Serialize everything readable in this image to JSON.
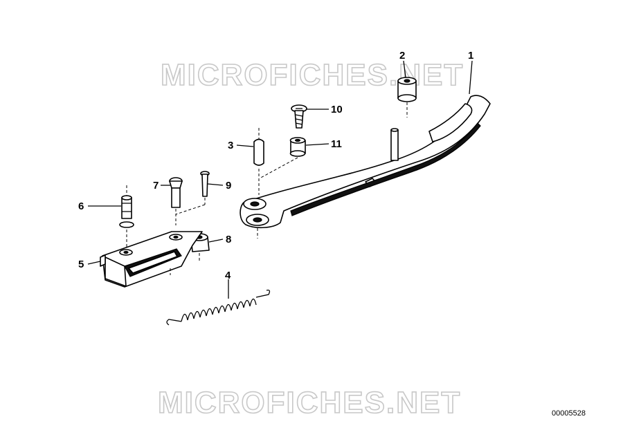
{
  "watermark": {
    "top": "MICROFICHES.NET",
    "bottom": "MICROFICHES.NET"
  },
  "reference_number": "00005528",
  "callouts": [
    {
      "id": "1",
      "label": "1"
    },
    {
      "id": "2",
      "label": "2"
    },
    {
      "id": "3",
      "label": "3"
    },
    {
      "id": "4",
      "label": "4"
    },
    {
      "id": "5",
      "label": "5"
    },
    {
      "id": "6",
      "label": "6"
    },
    {
      "id": "7",
      "label": "7"
    },
    {
      "id": "8",
      "label": "8"
    },
    {
      "id": "9",
      "label": "9"
    },
    {
      "id": "10",
      "label": "10"
    },
    {
      "id": "11",
      "label": "11"
    }
  ]
}
